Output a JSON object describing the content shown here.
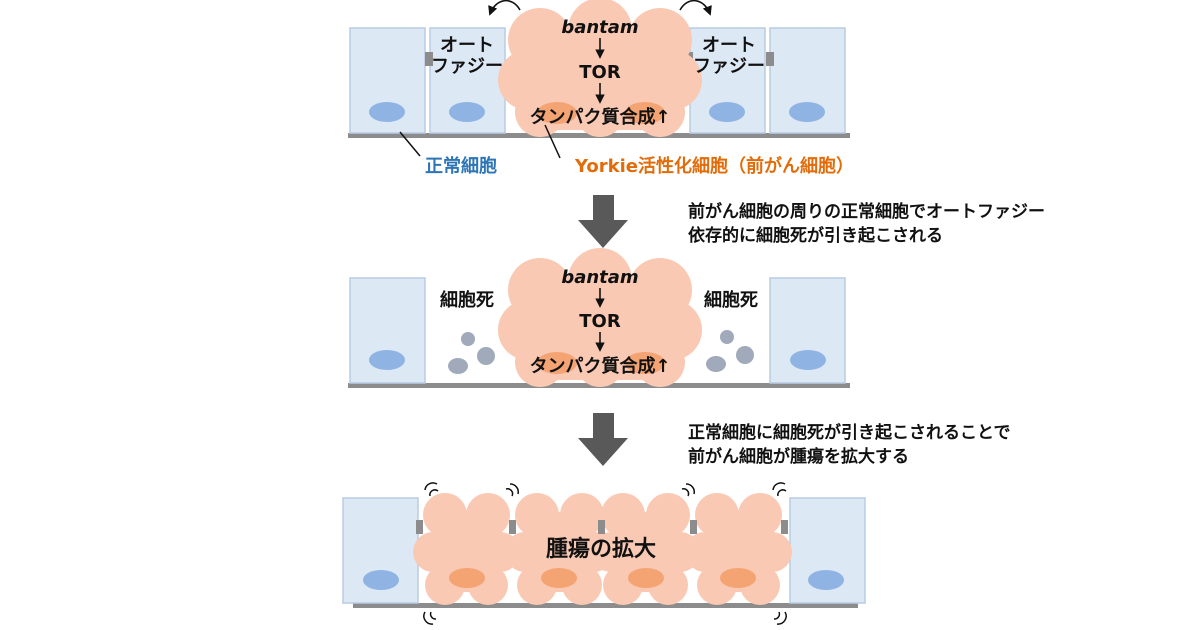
{
  "stage1": {
    "autophagy_left": [
      "オート",
      "ファジー"
    ],
    "autophagy_right": [
      "オート",
      "ファジー"
    ],
    "pathway_top": "bantam",
    "pathway_mid": "TOR",
    "pathway_bottom": "タンパク質合成↑",
    "normal_cell_label": "正常細胞",
    "yorkie_cell_label": "Yorkie活性化細胞（前がん細胞）"
  },
  "caption1": [
    "前がん細胞の周りの正常細胞でオートファジー",
    "依存的に細胞死が引き起こされる"
  ],
  "stage2": {
    "cell_death_left": "細胞死",
    "cell_death_right": "細胞死",
    "pathway_top": "bantam",
    "pathway_mid": "TOR",
    "pathway_bottom": "タンパク質合成↑"
  },
  "caption2": [
    "正常細胞に細胞死が引き起こされることで",
    "前がん細胞が腫瘍を拡大する"
  ],
  "stage3": {
    "tumor_label": "腫瘍の拡大"
  },
  "colors": {
    "normal_cell_fill": "#dde8f5",
    "normal_cell_stroke": "#b8cce4",
    "normal_nucleus": "#8fb4e3",
    "tumor_fill": "#f9c9b4",
    "tumor_nucleus": "#f4a373",
    "basement": "#8c8c8c",
    "debris": "#a0aabb",
    "arrow": "#595959",
    "normal_label": "#2e75b6",
    "yorkie_label": "#e36c0a"
  },
  "icons": [
    "down-arrow-icon",
    "curved-arrow-icon",
    "wiggle-motion-icon"
  ]
}
